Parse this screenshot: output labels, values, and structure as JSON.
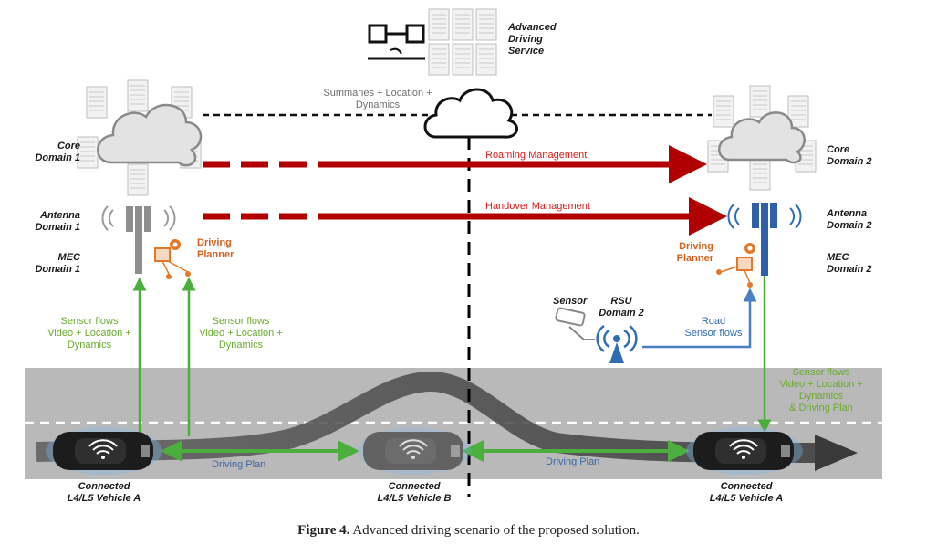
{
  "top": {
    "service_lines": [
      "Advanced",
      "Driving",
      "Service"
    ],
    "summaries_lines": [
      "Summaries + Location +",
      "Dynamics"
    ]
  },
  "domain1": {
    "core_lines": [
      "Core",
      "Domain 1"
    ],
    "antenna_lines": [
      "Antenna",
      "Domain 1"
    ],
    "mec_lines": [
      "MEC",
      "Domain 1"
    ],
    "planner_lines": [
      "Driving",
      "Planner"
    ]
  },
  "domain2": {
    "core_lines": [
      "Core",
      "Domain 2"
    ],
    "antenna_lines": [
      "Antenna",
      "Domain 2"
    ],
    "mec_lines": [
      "MEC",
      "Domain 2"
    ],
    "planner_lines": [
      "Driving",
      "Planner"
    ]
  },
  "links": {
    "roaming": "Roaming Management",
    "handover": "Handover Management"
  },
  "flows": {
    "left_a_lines": [
      "Sensor flows",
      "Video + Location +",
      "Dynamics"
    ],
    "left_b_lines": [
      "Sensor flows",
      "Video + Location +",
      "Dynamics"
    ],
    "right_lines": [
      "Sensor flows",
      "Video + Location +",
      "Dynamics",
      "& Driving Plan"
    ],
    "road_lines": [
      "Road",
      "Sensor flows"
    ]
  },
  "rsu": {
    "sensor": "Sensor",
    "rsu_lines": [
      "RSU",
      "Domain 2"
    ]
  },
  "road": {
    "plan_left": "Driving Plan",
    "plan_right": "Driving Plan"
  },
  "vehicles": {
    "left_lines": [
      "Connected",
      "L4/L5 Vehicle A"
    ],
    "middle_lines": [
      "Connected",
      "L4/L5 Vehicle B"
    ],
    "right_lines": [
      "Connected",
      "L4/L5 Vehicle A"
    ]
  },
  "caption": {
    "prefix": "Figure 4.",
    "text": "Advanced driving scenario of the proposed solution."
  },
  "colors": {
    "red_arrow": "#b00000",
    "green": "#4cae3c",
    "blue": "#4a7fc1",
    "orange": "#e07a2a",
    "road": "#b9b9b9"
  }
}
